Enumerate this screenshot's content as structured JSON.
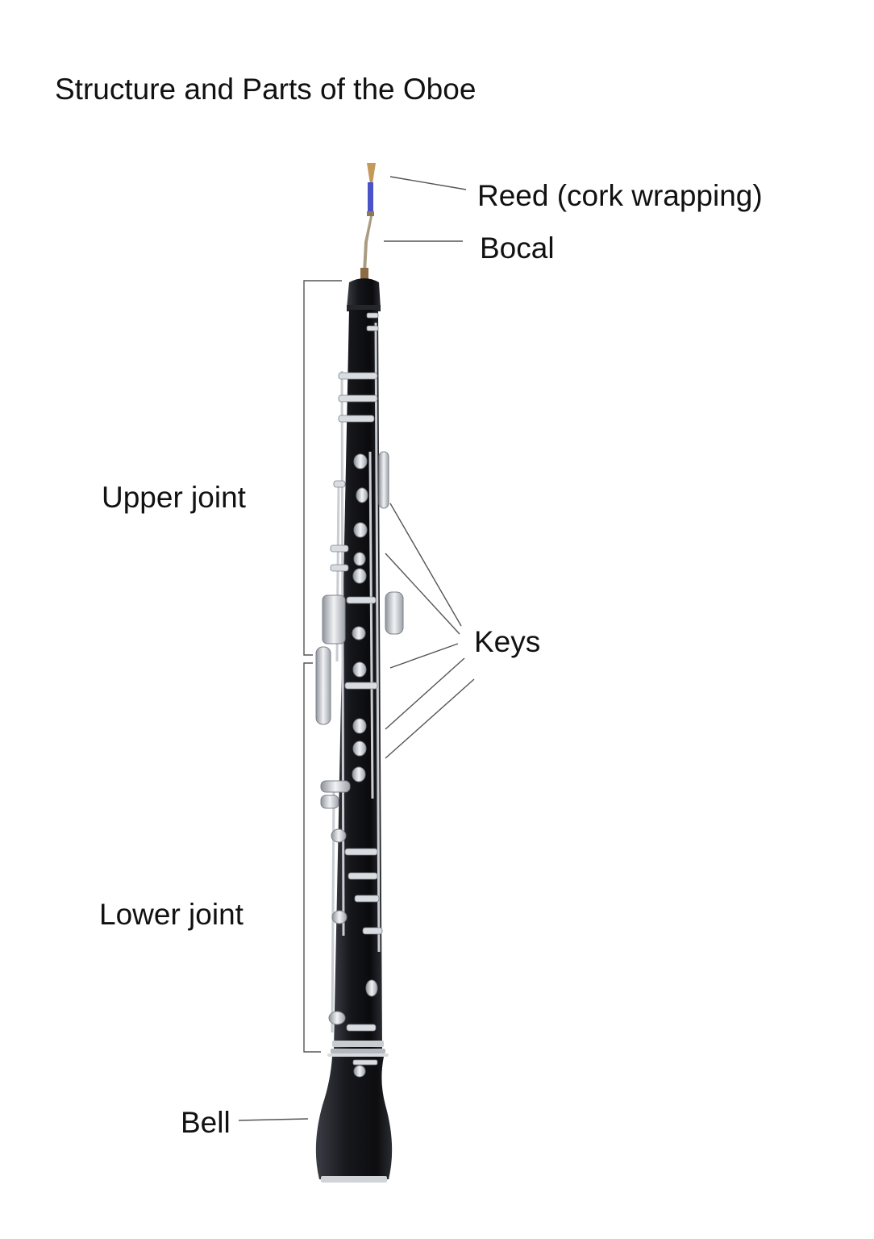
{
  "title": "Structure and Parts of the Oboe",
  "labels": {
    "reed": "Reed (cork wrapping)",
    "bocal": "Bocal",
    "upper_joint": "Upper joint",
    "keys": "Keys",
    "lower_joint": "Lower joint",
    "bell": "Bell"
  },
  "colors": {
    "body": "#15161a",
    "keywork": "#c9ccd1",
    "reed_cane": "#c49a5c",
    "reed_thread": "#4a52c8",
    "leader": "#555555"
  }
}
